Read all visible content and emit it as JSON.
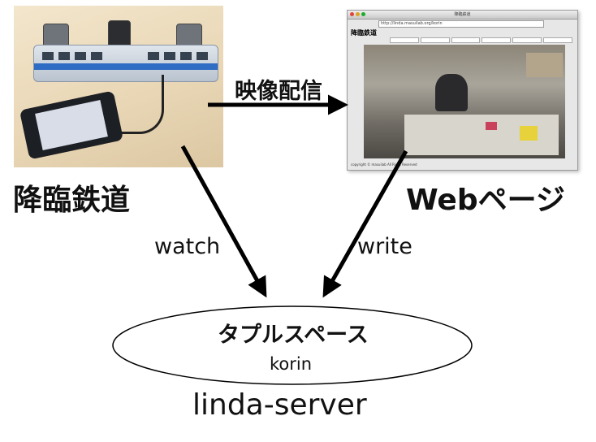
{
  "nodes": {
    "left_label": "降臨鉄道",
    "right_label": "Webページ",
    "center_top": "タプルスペース",
    "center_sub": "korin",
    "server": "linda-server"
  },
  "edges": {
    "stream": "映像配信",
    "watch": "watch",
    "write": "write"
  },
  "browser": {
    "window_title": "降臨鉄道",
    "page_title": "降臨鉄道",
    "url": "http://linda.masuilab.org/korin",
    "tabs": [
      "",
      "",
      "",
      "",
      "",
      ""
    ],
    "footer": "copyright © masuilab All Right Reserved"
  },
  "colors": {
    "stroke": "#000000",
    "background": "#ffffff"
  }
}
